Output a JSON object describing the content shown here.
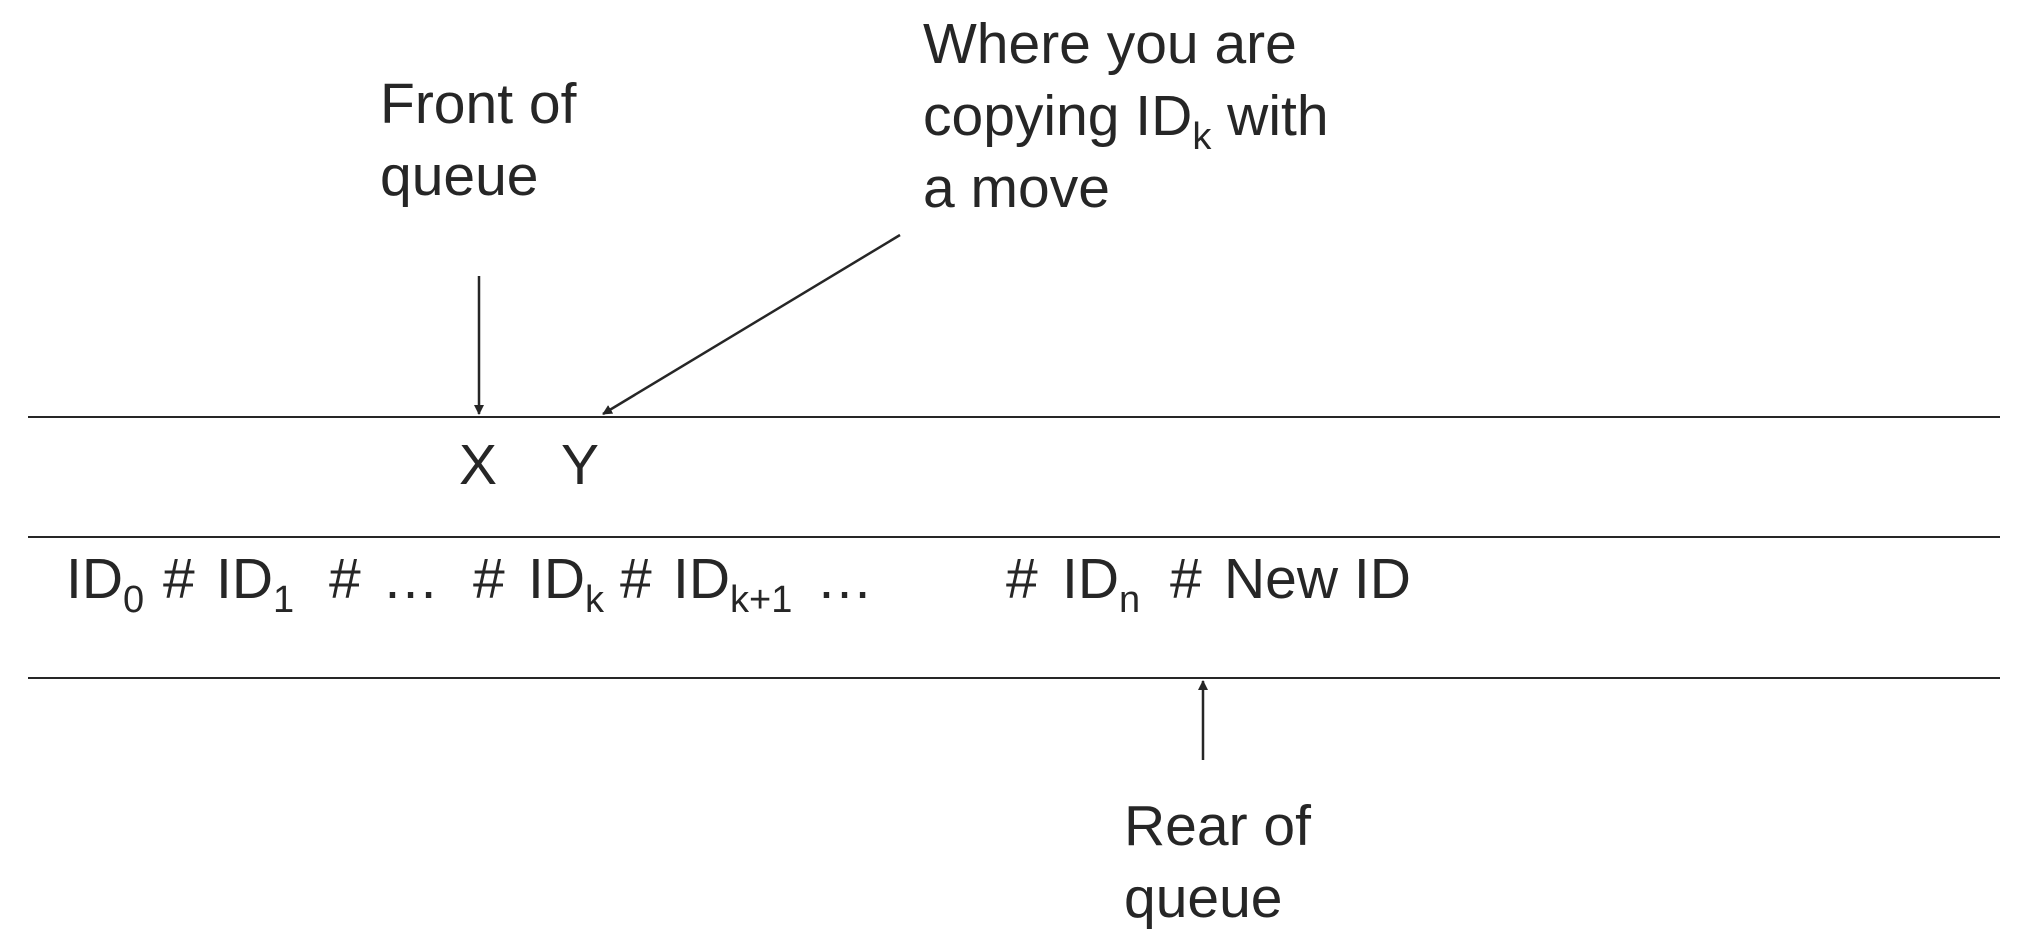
{
  "labels": {
    "front": [
      "Front of",
      "queue"
    ],
    "copy": {
      "line1": "Where you are",
      "line2_pre": "copying ID",
      "line2_sub": "k",
      "line2_post": " with",
      "line3": "a move"
    },
    "rear": [
      "Rear of",
      "queue"
    ]
  },
  "markers": {
    "x": "X",
    "y": "Y"
  },
  "tape": [
    {
      "main": "ID",
      "sub": "0"
    },
    {
      "main": "#",
      "sub": ""
    },
    {
      "main": "ID",
      "sub": "1"
    },
    {
      "main": "#",
      "sub": ""
    },
    {
      "main": "…",
      "sub": ""
    },
    {
      "main": "#",
      "sub": ""
    },
    {
      "main": "ID",
      "sub": "k"
    },
    {
      "main": "#",
      "sub": ""
    },
    {
      "main": "ID",
      "sub": "k+1"
    },
    {
      "main": "…",
      "sub": ""
    },
    {
      "main": "#",
      "sub": ""
    },
    {
      "main": "ID",
      "sub": "n"
    },
    {
      "main": "#",
      "sub": ""
    },
    {
      "main": "New ID",
      "sub": ""
    }
  ],
  "colors": {
    "ink": "#262626",
    "background": "#ffffff"
  }
}
